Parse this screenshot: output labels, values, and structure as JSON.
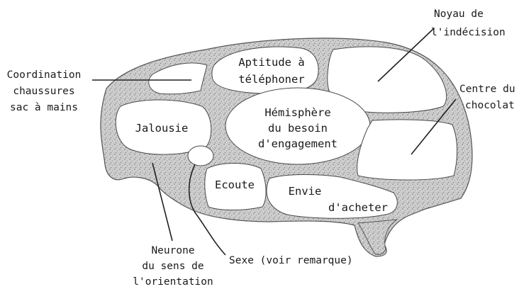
{
  "labels": {
    "noyau_line1": "Noyau de",
    "noyau_line2": "l'indécision",
    "coordination_line1": "Coordination",
    "coordination_line2": "chaussures",
    "coordination_line3": "sac à mains",
    "centre_line1": "Centre du",
    "centre_line2": "chocolat",
    "aptitude_line1": "Aptitude à",
    "aptitude_line2": "téléphoner",
    "hemisphere_line1": "Hémisphère",
    "hemisphere_line2": "du besoin",
    "hemisphere_line3": "d'engagement",
    "jalousie": "Jalousie",
    "ecoute": "Ecoute",
    "envie_line1": "Envie",
    "envie_line2": "d'acheter",
    "neurone_line1": "Neurone",
    "neurone_line2": "du sens de",
    "neurone_line3": "l'orientation",
    "sexe": "Sexe (voir remarque)"
  }
}
